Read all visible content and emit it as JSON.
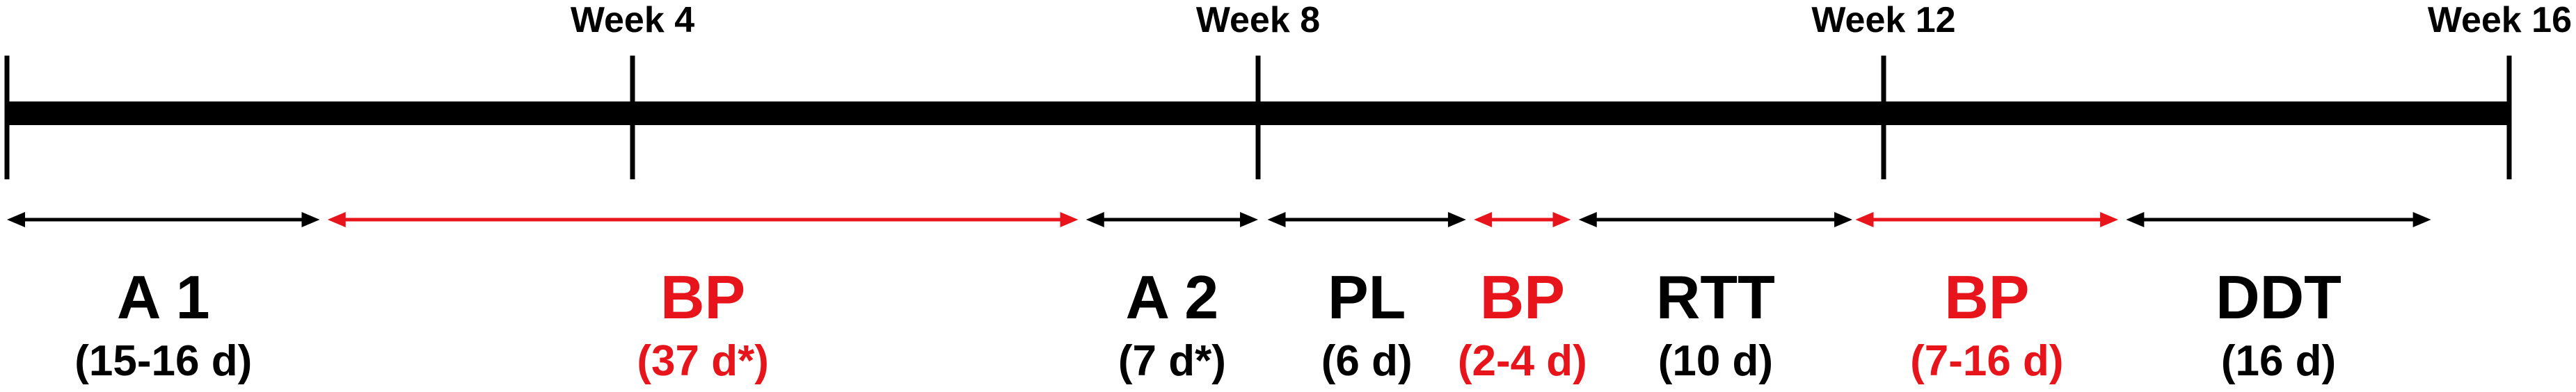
{
  "colors": {
    "main": "#000000",
    "highlight": "#e8141b"
  },
  "weeks": [
    {
      "label": "",
      "week": 0
    },
    {
      "label": "Week 4",
      "week": 4
    },
    {
      "label": "Week 8",
      "week": 8
    },
    {
      "label": "Week 12",
      "week": 12
    },
    {
      "label": "Week 16",
      "week": 16
    }
  ],
  "phases": [
    {
      "name": "A 1",
      "duration": "(15-16 d)",
      "start_week": 0.0,
      "end_week": 2.0,
      "highlight": false
    },
    {
      "name": "BP",
      "duration": "(37 d*)",
      "start_week": 2.05,
      "end_week": 6.85,
      "highlight": true
    },
    {
      "name": "A 2",
      "duration": "(7 d*)",
      "start_week": 6.9,
      "end_week": 8.0,
      "highlight": false
    },
    {
      "name": "PL",
      "duration": "(6 d)",
      "start_week": 8.06,
      "end_week": 9.33,
      "highlight": false
    },
    {
      "name": "BP",
      "duration": "(2-4 d)",
      "start_week": 9.38,
      "end_week": 10.0,
      "highlight": true
    },
    {
      "name": "RTT",
      "duration": "(10 d)",
      "start_week": 10.05,
      "end_week": 11.8,
      "highlight": false
    },
    {
      "name": "BP",
      "duration": "(7-16 d)",
      "start_week": 11.82,
      "end_week": 13.5,
      "highlight": true
    },
    {
      "name": "DDT",
      "duration": "(16 d)",
      "start_week": 13.55,
      "end_week": 15.5,
      "highlight": false
    }
  ]
}
